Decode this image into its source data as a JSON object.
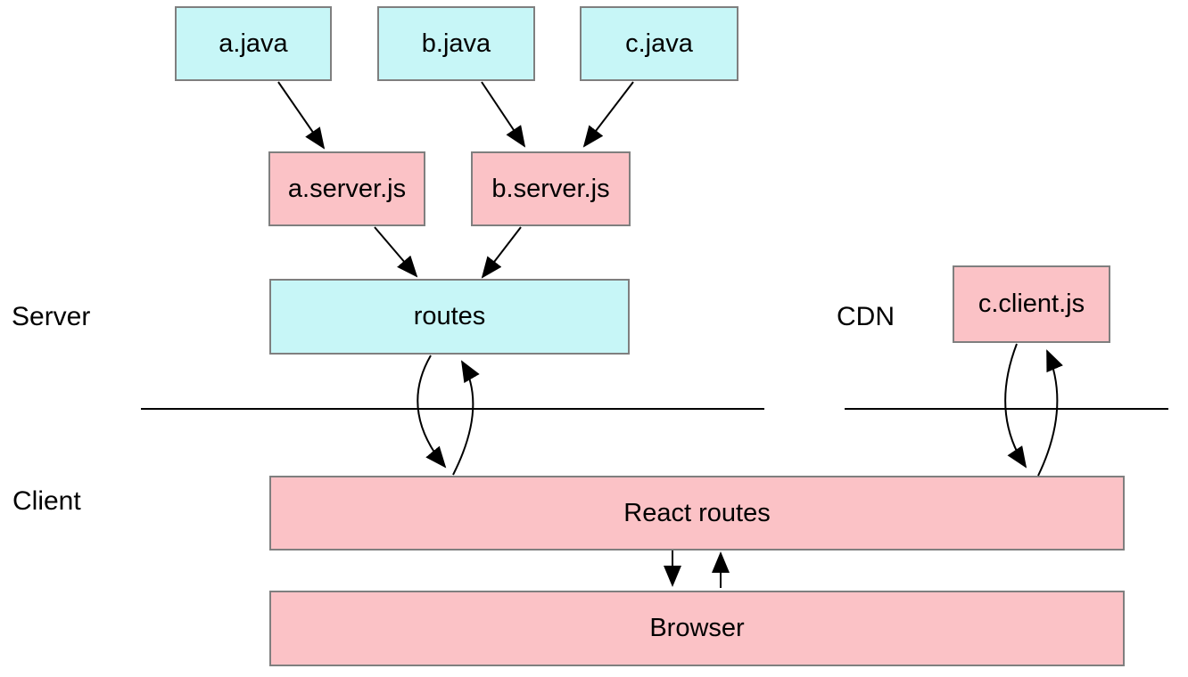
{
  "regions": {
    "server": "Server",
    "client": "Client",
    "cdn": "CDN"
  },
  "nodes": {
    "a_java": {
      "label": "a.java",
      "kind": "cyan"
    },
    "b_java": {
      "label": "b.java",
      "kind": "cyan"
    },
    "c_java": {
      "label": "c.java",
      "kind": "cyan"
    },
    "a_server_js": {
      "label": "a.server.js",
      "kind": "pink"
    },
    "b_server_js": {
      "label": "b.server.js",
      "kind": "pink"
    },
    "routes": {
      "label": "routes",
      "kind": "cyan"
    },
    "c_client_js": {
      "label": "c.client.js",
      "kind": "pink"
    },
    "react_routes": {
      "label": "React routes",
      "kind": "pink"
    },
    "browser": {
      "label": "Browser",
      "kind": "pink"
    }
  },
  "edges": [
    {
      "from": "a.java",
      "to": "a.server.js",
      "style": "straight-arrow"
    },
    {
      "from": "b.java",
      "to": "b.server.js",
      "style": "straight-arrow"
    },
    {
      "from": "c.java",
      "to": "b.server.js",
      "style": "straight-arrow"
    },
    {
      "from": "a.server.js",
      "to": "routes",
      "style": "straight-arrow"
    },
    {
      "from": "b.server.js",
      "to": "routes",
      "style": "straight-arrow"
    },
    {
      "from": "routes",
      "to": "React routes",
      "style": "curved-bidirectional"
    },
    {
      "from": "c.client.js",
      "to": "React routes",
      "style": "curved-bidirectional"
    },
    {
      "from": "React routes",
      "to": "Browser",
      "style": "straight-bidirectional"
    }
  ],
  "colors": {
    "cyan_fill": "#C7F6F7",
    "pink_fill": "#FBC2C6",
    "box_border": "#7F7F7F",
    "line": "#000000",
    "background": "#FFFFFF"
  }
}
